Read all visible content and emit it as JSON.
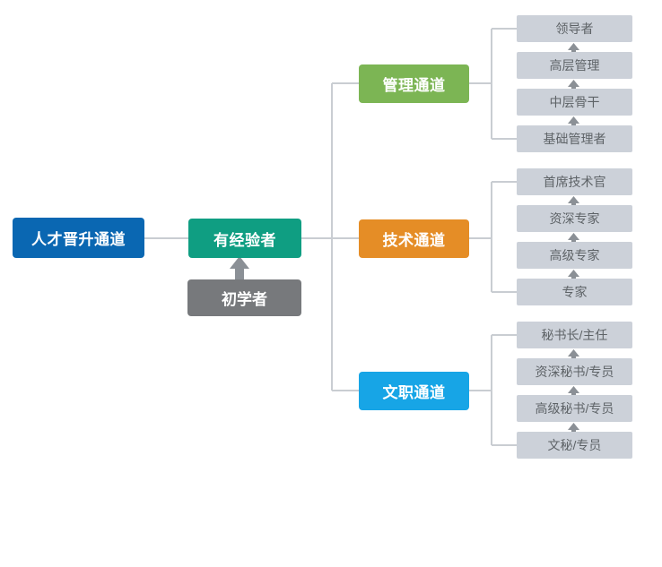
{
  "diagram": {
    "title": "人才晋升通道",
    "type": "org-career-path-tree",
    "colors": {
      "root": "#0a67b2",
      "experienced": "#0f9e82",
      "beginner": "#77797c",
      "management": "#7cb554",
      "technical": "#e58d26",
      "civil": "#17a5e6",
      "leaf_bg": "#ccd1d9",
      "leaf_text": "#5e6367",
      "connector": "#c9cdd2",
      "arrow": "#8b9096"
    },
    "root": {
      "label": "人才晋升通道"
    },
    "entry": {
      "experienced": {
        "label": "有经验者"
      },
      "beginner": {
        "label": "初学者"
      }
    },
    "channels": [
      {
        "id": "management",
        "label": "管理通道",
        "color": "#7cb554",
        "levels": [
          {
            "label": "领导者"
          },
          {
            "label": "高层管理"
          },
          {
            "label": "中层骨干"
          },
          {
            "label": "基础管理者"
          }
        ]
      },
      {
        "id": "technical",
        "label": "技术通道",
        "color": "#e58d26",
        "levels": [
          {
            "label": "首席技术官"
          },
          {
            "label": "资深专家"
          },
          {
            "label": "高级专家"
          },
          {
            "label": "专家"
          }
        ]
      },
      {
        "id": "civil",
        "label": "文职通道",
        "color": "#17a5e6",
        "levels": [
          {
            "label": "秘书长/主任"
          },
          {
            "label": "资深秘书/专员"
          },
          {
            "label": "高级秘书/专员"
          },
          {
            "label": "文秘/专员"
          }
        ]
      }
    ]
  }
}
